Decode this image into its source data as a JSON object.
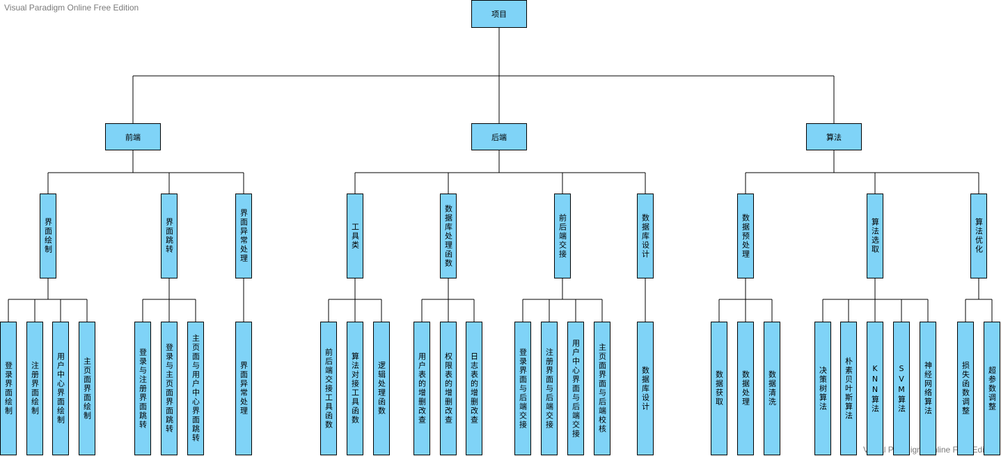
{
  "watermark": "Visual Paradigm Online Free Edition",
  "colors": {
    "node_fill": "#7fd3f7",
    "border": "#000000",
    "watermark": "#7a7a7a"
  },
  "root": {
    "label": "项目"
  },
  "branches": [
    {
      "label": "前端",
      "groups": [
        {
          "label": "界面绘制",
          "items": [
            "登录界面绘制",
            "注册界面绘制",
            "用户中心界面绘制",
            "主页面界面绘制"
          ]
        },
        {
          "label": "界面跳转",
          "items": [
            "登录与注册界面跳转",
            "登录与主页面界面跳转",
            "主页面与用户中心界面跳转"
          ]
        },
        {
          "label": "界面异常处理",
          "items": [
            "界面异常处理"
          ]
        }
      ]
    },
    {
      "label": "后端",
      "groups": [
        {
          "label": "工具类",
          "items": [
            "前后端交接工具函数",
            "算法对接工具函数",
            "逻辑处理函数"
          ]
        },
        {
          "label": "数据库处理函数",
          "items": [
            "用户表的增删改查",
            "权限表的增删改查",
            "日志表的增删改查"
          ]
        },
        {
          "label": "前后端交接",
          "items": [
            "登录界面与后端交接",
            "注册界面与后端交接",
            "用户中心界面与后端交接",
            "主页面界面与后端校核"
          ]
        },
        {
          "label": "数据库设计",
          "items": [
            "数据库设计"
          ]
        }
      ]
    },
    {
      "label": "算法",
      "groups": [
        {
          "label": "数据预处理",
          "items": [
            "数据获取",
            "数据处理",
            "数据清洗"
          ]
        },
        {
          "label": "算法选取",
          "items": [
            "决策树算法",
            "朴素贝叶斯算法",
            "KNN算法",
            "SVM算法",
            "神经网络算法"
          ]
        },
        {
          "label": "算法优化",
          "items": [
            "损失函数调整",
            "超参数调整"
          ]
        }
      ]
    }
  ]
}
